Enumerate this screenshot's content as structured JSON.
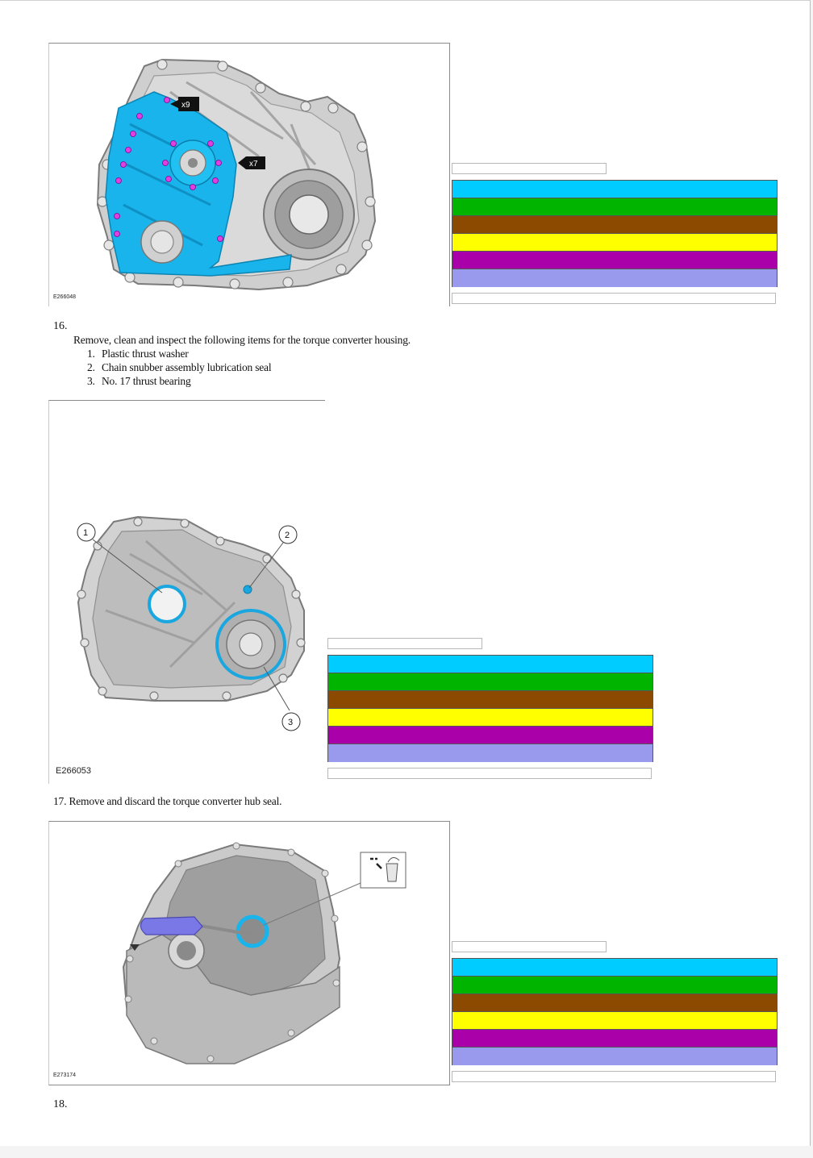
{
  "figures": [
    {
      "id": "E266048",
      "callouts": [
        "x9",
        "x7"
      ]
    },
    {
      "id": "E266053",
      "callouts": [
        "1",
        "2",
        "3"
      ]
    },
    {
      "id": "E273174",
      "callouts": []
    }
  ],
  "steps": {
    "s16": {
      "number": "16.",
      "text": "Remove, clean and inspect the following items for the torque converter housing.",
      "items": [
        {
          "n": "1.",
          "label": "Plastic thrust washer"
        },
        {
          "n": "2.",
          "label": "Chain snubber assembly lubrication seal"
        },
        {
          "n": "3.",
          "label": "No. 17 thrust bearing"
        }
      ]
    },
    "s17": {
      "text": "17. Remove and discard the torque converter hub seal."
    },
    "s18": {
      "number": "18."
    }
  },
  "legend_colors": [
    "#00CCFF",
    "#00B400",
    "#8B4A00",
    "#FFFF00",
    "#AA00AA",
    "#9999EE"
  ],
  "colors": {
    "housing_gray": "#cfcfcf",
    "highlight_blue": "#19b4ec",
    "bolt_magenta": "#e040e0",
    "screwdriver": "#7a78e6"
  },
  "icons": [
    "x9-callout-arrow",
    "x7-callout-arrow",
    "discard-bin-icon"
  ]
}
